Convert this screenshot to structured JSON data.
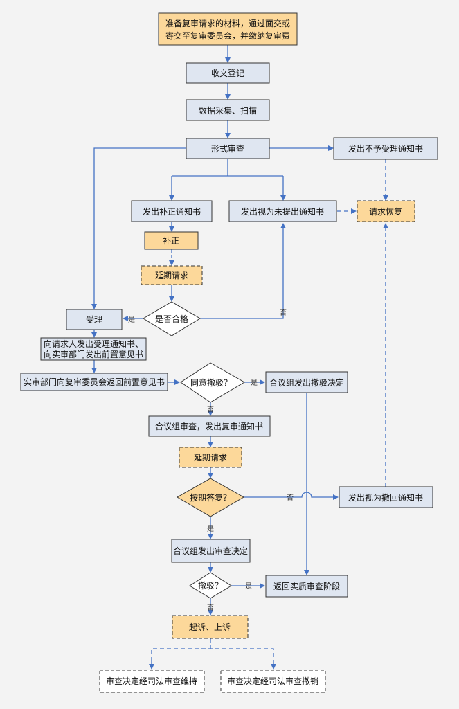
{
  "colors": {
    "background": "#f3f3f3",
    "box_fill": "#dfe6f1",
    "highlight_fill": "#fcd89a",
    "dashed_fill": "#ffffff",
    "border": "#333333",
    "arrow": "#4472c4"
  },
  "nodes": {
    "prepare_line1": "准备复审请求的材料，通过面交或",
    "prepare_line2": "寄交至复审委员会，并缴纳复审费",
    "receive_register": "收文登记",
    "data_collect_scan": "数据采集、扫描",
    "formal_review": "形式审查",
    "issue_not_accept_notice": "发出不予受理通知书",
    "issue_correction_notice": "发出补正通知书",
    "issue_deemed_not_filed_notice": "发出视为未提出通知书",
    "request_restore": "请求恢复",
    "correction": "补正",
    "extension_request_1": "延期请求",
    "qualified_decision": "是否合格",
    "accept": "受理",
    "notify_line1": "向请求人发出受理通知书、",
    "notify_line2": "向实审部门发出前置意见书",
    "exam_dept_return": "实审部门向复审委员会返回前置意见书",
    "agree_reject_decision": "同意撤驳？",
    "panel_revoke_reject": "合议组发出撤驳决定",
    "panel_review_notice": "合议组审查，发出复审通知书",
    "extension_request_2": "延期请求",
    "reply_on_time_decision": "按期答复？",
    "issue_deemed_withdrawn_notice": "发出视为撤回通知书",
    "panel_review_decision": "合议组发出审查决定",
    "reject_decision": "撤驳？",
    "return_substantive_exam": "返回实质审查阶段",
    "sue_appeal": "起诉、上诉",
    "court_upholds": "审查决定经司法审查维持",
    "court_revokes": "审查决定经司法审查撤销"
  },
  "edge_labels": {
    "qualified_no": "否",
    "qualified_yes": "是",
    "agree_yes": "是",
    "agree_no": "否",
    "reply_no": "否",
    "reply_yes": "是",
    "reject_yes": "是",
    "reject_no": "否"
  }
}
